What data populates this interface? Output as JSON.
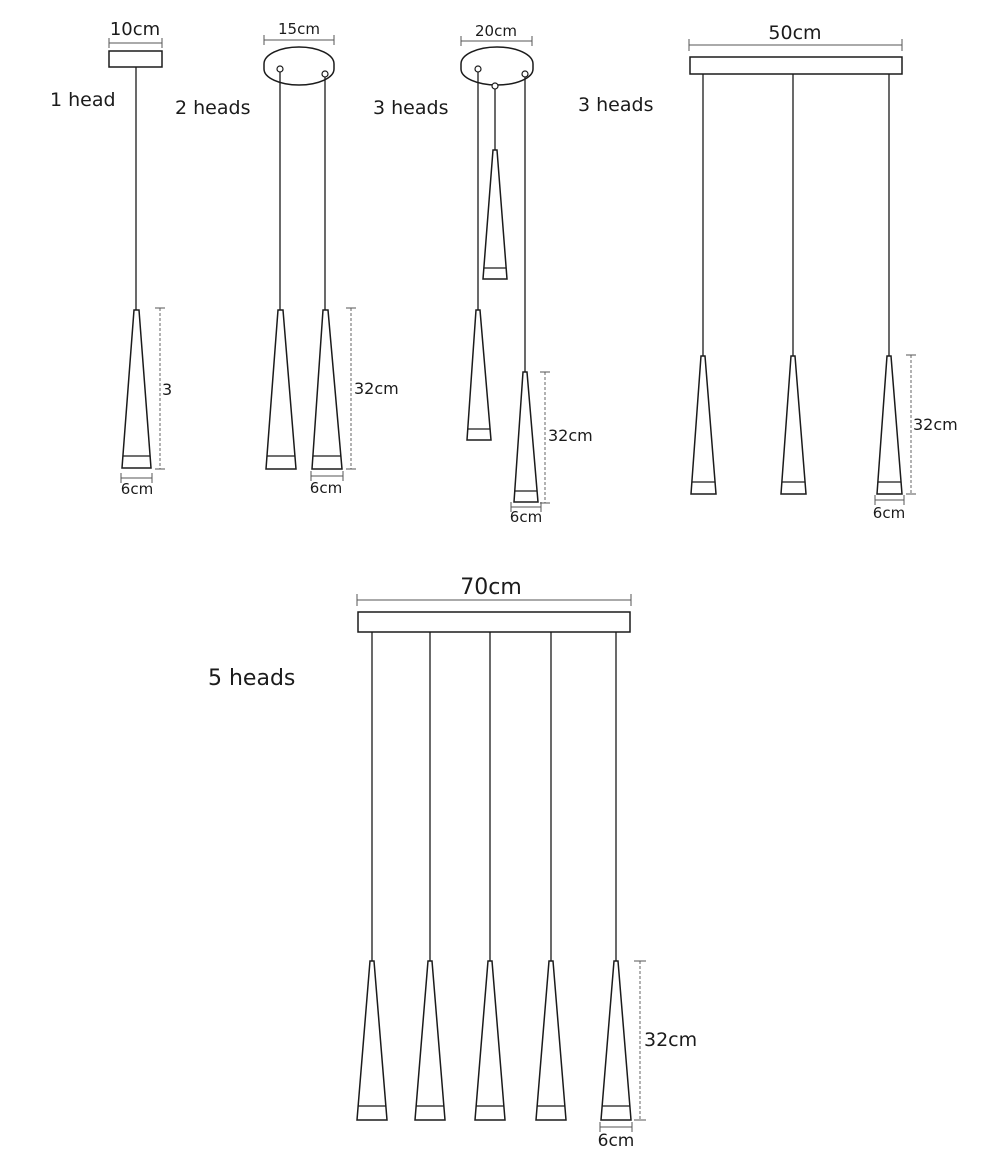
{
  "variants": {
    "one_head": {
      "label": "1 head",
      "canopy_width": "10cm",
      "shade_height": "3",
      "shade_width": "6cm"
    },
    "two_heads": {
      "label": "2 heads",
      "canopy_width": "15cm",
      "shade_height": "32cm",
      "shade_width": "6cm"
    },
    "three_heads_round": {
      "label": "3 heads",
      "canopy_width": "20cm",
      "shade_height": "32cm",
      "shade_width": "6cm"
    },
    "three_heads_bar": {
      "label": "3 heads",
      "canopy_width": "50cm",
      "shade_height": "32cm",
      "shade_width": "6cm"
    },
    "five_heads": {
      "label": "5 heads",
      "canopy_width": "70cm",
      "shade_height": "32cm",
      "shade_width": "6cm"
    }
  },
  "colors": {
    "line": "#1b1b1b",
    "dim": "#555555",
    "background": "#ffffff"
  }
}
